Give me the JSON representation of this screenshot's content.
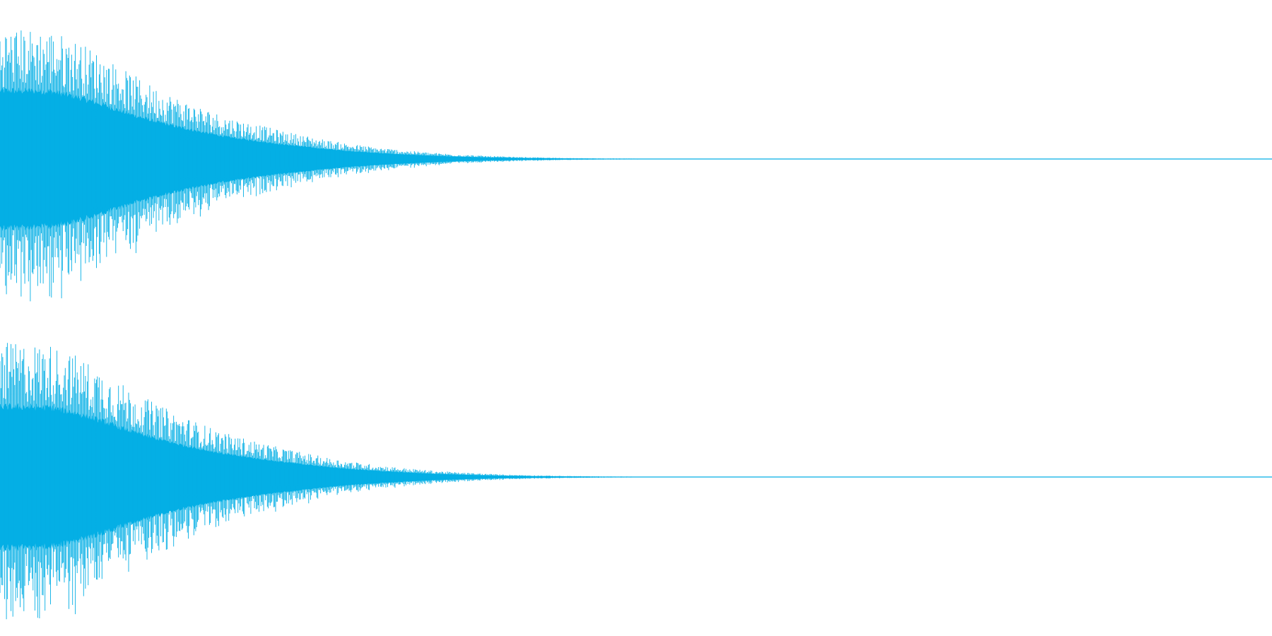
{
  "colors": {
    "background": "#ffffff",
    "waveform": "#05afe5"
  },
  "chart_data": {
    "type": "area",
    "title": "",
    "xlabel": "",
    "ylabel": "",
    "grid": false,
    "legend": "none",
    "ylim": [
      -1,
      1
    ],
    "x": [
      0,
      0.02,
      0.04,
      0.06,
      0.08,
      0.1,
      0.12,
      0.14,
      0.16,
      0.18,
      0.2,
      0.22,
      0.24,
      0.26,
      0.28,
      0.3,
      0.32,
      0.34,
      0.36,
      0.38,
      0.4,
      0.42,
      0.44,
      0.46,
      0.48,
      0.5,
      0.52,
      0.54,
      0.56,
      0.58,
      0.6,
      0.62,
      1.0
    ],
    "series": [
      {
        "values": [
          1.0,
          1.0,
          0.99,
          0.91,
          0.8,
          0.67,
          0.56,
          0.47,
          0.39,
          0.32,
          0.27,
          0.22,
          0.18,
          0.14,
          0.11,
          0.085,
          0.065,
          0.048,
          0.035,
          0.025,
          0.018,
          0.013,
          0.009,
          0.006,
          0.004,
          0.003,
          0.002,
          0.0015,
          0.001,
          0.0008,
          0.0005,
          0.0,
          0.0
        ]
      },
      {
        "values": [
          1.0,
          1.0,
          0.99,
          0.91,
          0.8,
          0.67,
          0.56,
          0.47,
          0.39,
          0.32,
          0.27,
          0.22,
          0.18,
          0.14,
          0.11,
          0.085,
          0.065,
          0.048,
          0.035,
          0.025,
          0.018,
          0.013,
          0.009,
          0.006,
          0.004,
          0.003,
          0.002,
          0.0015,
          0.001,
          0.0008,
          0.0005,
          0.0,
          0.0
        ]
      }
    ]
  }
}
